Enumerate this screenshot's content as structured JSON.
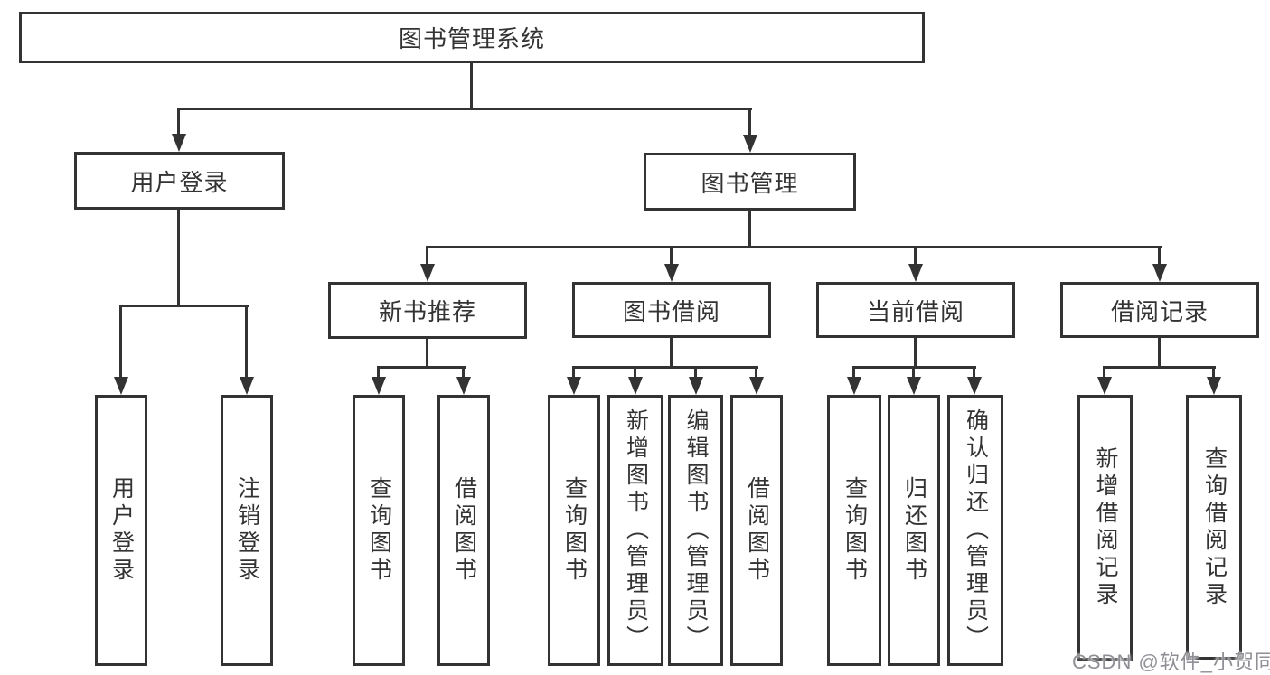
{
  "style": {
    "line-color": "#333333",
    "text-color": "#333333",
    "box-bg": "#ffffff",
    "watermark-color": "#8f8f96"
  },
  "watermark": {
    "text": "CSDN @软件_小贺同学"
  },
  "tree": {
    "root": {
      "label": "图书管理系统"
    },
    "login_branch": {
      "label": "用户登录",
      "children": [
        "用户登录",
        "注销登录"
      ]
    },
    "mgmt_branch": {
      "label": "图书管理",
      "groups": [
        {
          "label": "新书推荐",
          "children": [
            "查询图书",
            "借阅图书"
          ]
        },
        {
          "label": "图书借阅",
          "children": [
            "查询图书",
            "新增图书（管理员）",
            "编辑图书（管理员）",
            "借阅图书"
          ]
        },
        {
          "label": "当前借阅",
          "children": [
            "查询图书",
            "归还图书",
            "确认归还（管理员）"
          ]
        },
        {
          "label": "借阅记录",
          "children": [
            "新增借阅记录",
            "查询借阅记录"
          ]
        }
      ]
    }
  }
}
